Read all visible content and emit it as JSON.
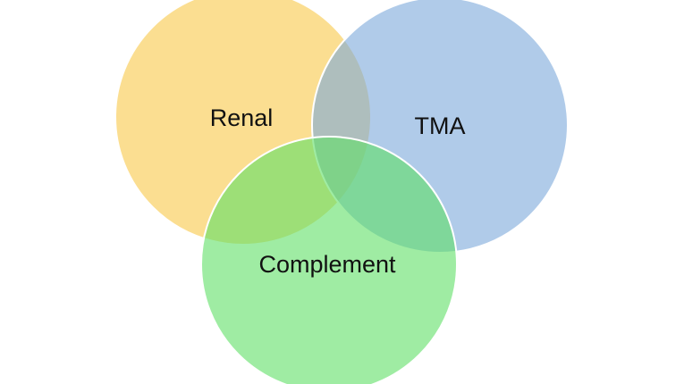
{
  "diagram": {
    "type": "venn",
    "sets": [
      {
        "id": "renal",
        "label": "Renal",
        "color": "#F9C848"
      },
      {
        "id": "tma",
        "label": "TMA",
        "color": "#7BA9DB"
      },
      {
        "id": "complement",
        "label": "Complement",
        "color": "#5FE065"
      }
    ],
    "fill_opacity": 0.6
  }
}
